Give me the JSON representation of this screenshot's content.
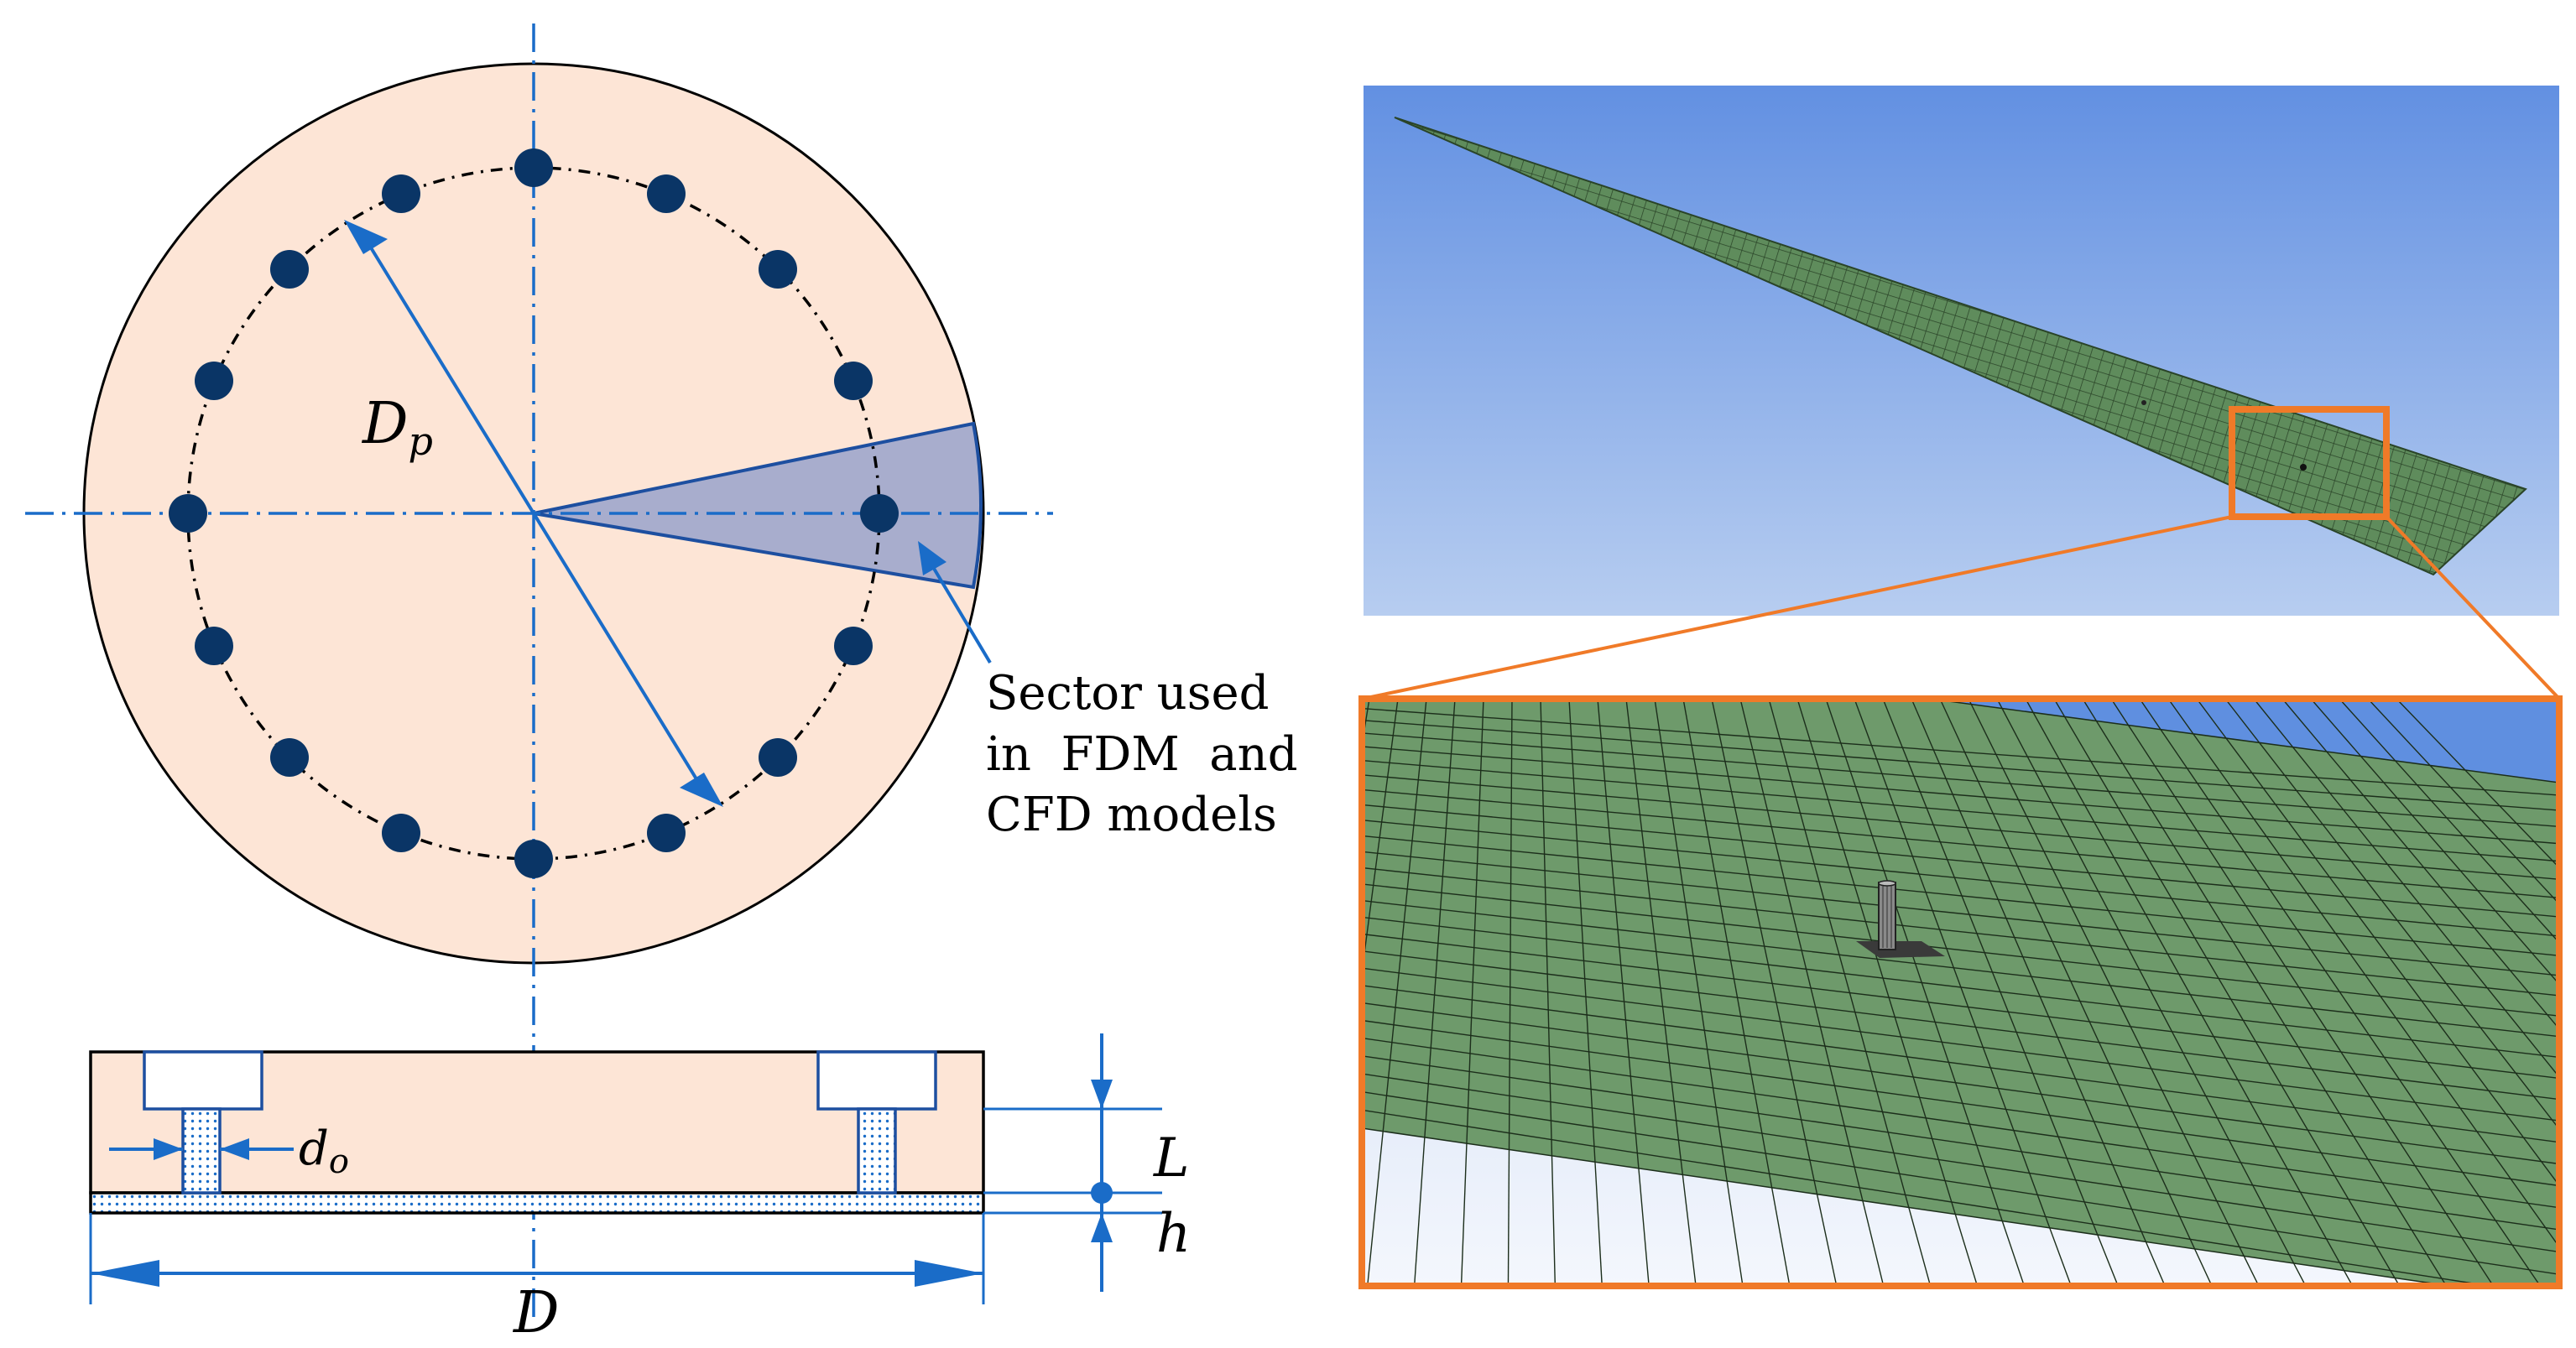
{
  "labels": {
    "pitch_diameter": "D",
    "pitch_diameter_sub": "p",
    "orifice_diameter": "d",
    "orifice_diameter_sub": "o",
    "outer_diameter": "D",
    "length": "L",
    "gap": "h",
    "sector_line1": "Sector used",
    "sector_line2": "in  FDM  and",
    "sector_line3": "CFD models"
  },
  "colors": {
    "pad_fill": "#fde5d6",
    "hole": "#0a3566",
    "blue_line": "#1a6cc8",
    "sector_fill": "#9fa6cc",
    "sector_edge": "#1d4fa0",
    "callout": "#f07a28",
    "sky_top": "#6290e2",
    "sky_bottom": "#b7cdf0",
    "mesh": "#6e9a6b"
  },
  "feed_holes": {
    "count": 16
  }
}
